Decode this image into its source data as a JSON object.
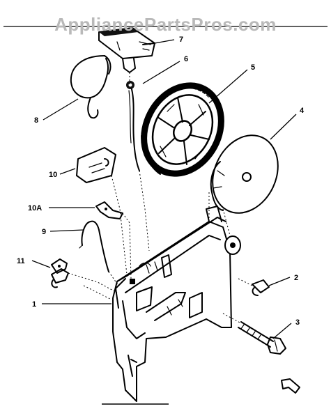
{
  "watermark": "AppliancePartsPros.com",
  "callouts": [
    {
      "id": "7",
      "label": "7"
    },
    {
      "id": "6",
      "label": "6"
    },
    {
      "id": "5",
      "label": "5"
    },
    {
      "id": "8",
      "label": "8"
    },
    {
      "id": "4",
      "label": "4"
    },
    {
      "id": "10",
      "label": "10"
    },
    {
      "id": "10A",
      "label": "10A"
    },
    {
      "id": "9",
      "label": "9"
    },
    {
      "id": "11",
      "label": "11"
    },
    {
      "id": "2",
      "label": "2"
    },
    {
      "id": "1",
      "label": "1"
    },
    {
      "id": "3",
      "label": "3"
    }
  ]
}
